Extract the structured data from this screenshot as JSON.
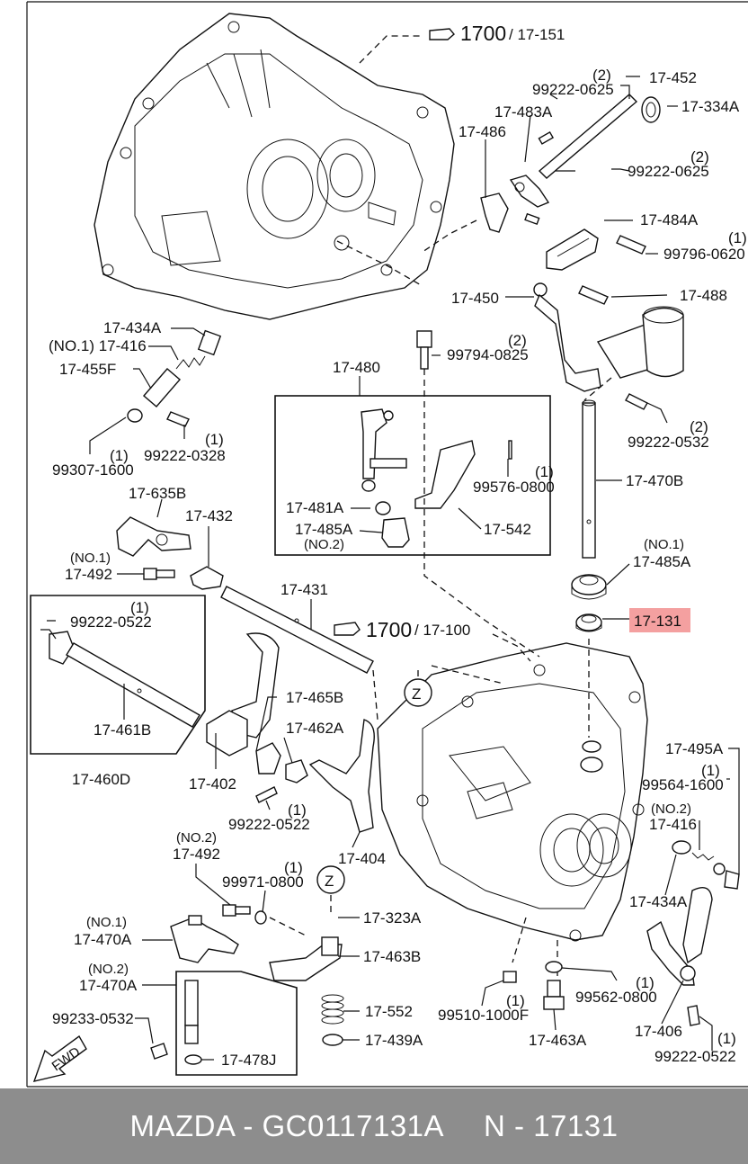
{
  "diagram": {
    "ref_1700_top": "1700",
    "ref_1700_top_sub": "/ 17-151",
    "ref_1700_mid": "1700",
    "ref_1700_mid_sub": "/ 17-100",
    "fwd_label": "FWD",
    "zone_label": "Z",
    "highlighted_part": "17-131",
    "part_labels": [
      "17-452",
      "(2)",
      "99222-0625",
      "17-483A",
      "17-334A",
      "17-486",
      "(2)",
      "99222-0625",
      "17-484A",
      "(1)",
      "99796-0620",
      "17-488",
      "17-450",
      "17-434A",
      "(NO.1) 17-416",
      "17-455F",
      "(1)",
      "99222-0328",
      "(1)",
      "99307-1600",
      "99794-0825",
      "(2)",
      "17-480",
      "17-481A",
      "17-485A",
      "(NO.2)",
      "99576-0800",
      "(1)",
      "17-542",
      "(2)",
      "99222-0532",
      "17-470B",
      "17-635B",
      "17-432",
      "(NO.1)",
      "17-492",
      "17-431",
      "(1)",
      "99222-0522",
      "17-461B",
      "17-460D",
      "17-402",
      "17-465B",
      "17-462A",
      "(1)",
      "99222-0522",
      "17-404",
      "(NO.1)",
      "17-485A",
      "17-495A",
      "(1)",
      "99564-1600",
      "(NO.2)",
      "17-416",
      "17-434A",
      "(NO.2)",
      "17-492",
      "(1)",
      "99971-0800",
      "17-323A",
      "(NO.1)",
      "17-470A",
      "17-463B",
      "(NO.2)",
      "17-470A",
      "99233-0532",
      "17-478J",
      "17-552",
      "17-439A",
      "(1)",
      "99510-1000F",
      "17-463A",
      "(1)",
      "99562-0800",
      "17-406",
      "(1)",
      "99222-0522"
    ]
  },
  "footer": {
    "brand_code": "MAZDA - GC0117131A",
    "part_code": "N - 17131"
  }
}
